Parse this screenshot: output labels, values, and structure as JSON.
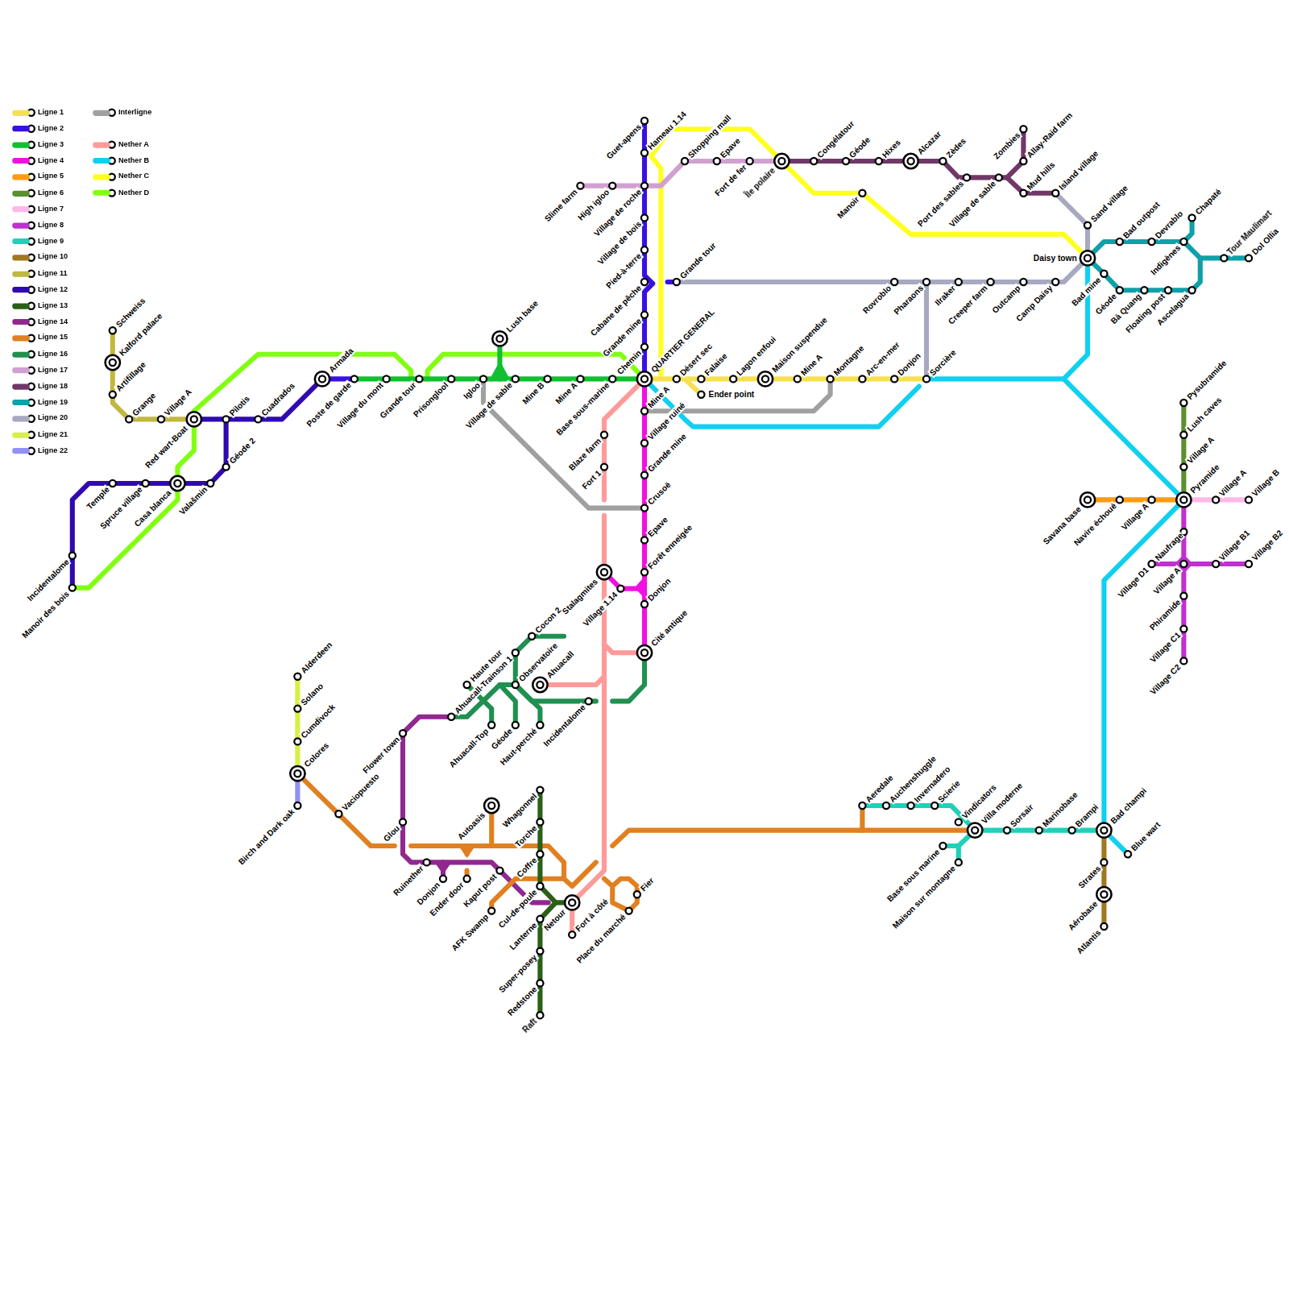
{
  "diagram": {
    "labels": [
      "Guet-apens",
      "Hameau 1.14",
      "Village de roche",
      "Village de bois",
      "Pied-à-terre",
      "Cabane de pêche",
      "Grande mine",
      "Chemin",
      "QUARTIER GENERAL",
      "Grande tour",
      "Slime farm",
      "High igloo",
      "Shopping mall",
      "Epave",
      "Fort de fer",
      "Île polaire",
      "Congélatour",
      "Géode",
      "Hixes",
      "Alcazar",
      "Zèdes",
      "Port des sables",
      "Village de sable",
      "Zombies",
      "Allay-Raid farm",
      "Mud hills",
      "Island village",
      "Manoir",
      "Sand village",
      "Daisy town",
      "Bad outpost",
      "Devrablo",
      "Chapaté",
      "Indigènes",
      "Tour Maulimart",
      "Dol Ollia",
      "Bad mine",
      "Géode",
      "Bà Quang",
      "Floating post",
      "Ascelagua",
      "Rovroblo",
      "Pharaons",
      "Ilraker",
      "Creeper farm",
      "Outcamp",
      "Camp Daisy",
      "Désert sec",
      "Falaise",
      "Ender point",
      "Lagon enfoui",
      "Maison suspendue",
      "Mine A",
      "Montagne",
      "Arc-en-mer",
      "Donjon",
      "Sorcière",
      "Schweiss",
      "Kalford palace",
      "Artifillage",
      "Grange",
      "Village A",
      "Red wart-Boat",
      "Pilotis",
      "Cuadrados",
      "Armada",
      "Géode 2",
      "Valašmin",
      "Casa blanca",
      "Spruce village",
      "Temple",
      "Incidentalome",
      "Manoir des bois",
      "Poste de garde",
      "Village du mont",
      "Grande tour",
      "Prisonglool",
      "Igloo",
      "Village de sable",
      "Mine B",
      "Mine A",
      "Base sous-marine",
      "Lush base",
      "Mine A",
      "Village ruiné",
      "Grande mine",
      "Crusoë",
      "Epave",
      "Forêt enneigée",
      "Donjon",
      "Cité antique",
      "Village 1.14",
      "Stalagmites",
      "Blaze farm",
      "Fort 1",
      "Cocon 2",
      "Cocon 1",
      "Observatoire",
      "Ahuacall",
      "Haute tour",
      "Ahuacall-Trains",
      "Ahuacall-Top",
      "Géode",
      "Haut-perché",
      "Incidentalome",
      "Flower town",
      "Glou",
      "Ruinether",
      "Donjon",
      "Ender door",
      "Kaput post",
      "AFK Swamp",
      "Autoasis",
      "Whagonnel",
      "Torche",
      "Coffre",
      "Cul-de-poule",
      "Netour",
      "Lanterne",
      "Super-posey",
      "Redstone",
      "Raft",
      "Fort à côté",
      "Place du marché",
      "Fier",
      "Alderdeen",
      "Solano",
      "Cumdivock",
      "Colores",
      "Birch and Dark oak",
      "Vaciopuesto",
      "Aeredale",
      "Auchenshuggle",
      "Invernadero",
      "Scierie",
      "Vindicators",
      "Villa moderne",
      "Base sous marine",
      "Maison sur montagne",
      "Sorsair",
      "Marinobase",
      "Brampi",
      "Bad champi",
      "Blue wart",
      "Strates",
      "Aérobase",
      "Atlantis",
      "Savana base",
      "Navire échoué",
      "Village A",
      "Pyramide",
      "Village A",
      "Village B",
      "Village A",
      "Lush caves",
      "Pysubramide",
      "Naufrage",
      "Village D1",
      "Village A",
      "Village B1",
      "Village B2",
      "Phiramide",
      "Village C1",
      "Village C2"
    ],
    "legend": [
      {
        "text": "Ligne 1",
        "color": "#f5e050"
      },
      {
        "text": "Ligne 2",
        "color": "#3a10e0"
      },
      {
        "text": "Ligne 3",
        "color": "#10c030"
      },
      {
        "text": "Ligne 4",
        "color": "#f010e0"
      },
      {
        "text": "Ligne 5",
        "color": "#ff9a10"
      },
      {
        "text": "Ligne 6",
        "color": "#5a9030"
      },
      {
        "text": "Ligne 7",
        "color": "#ffb8e8"
      },
      {
        "text": "Ligne 8",
        "color": "#c030d0"
      },
      {
        "text": "Ligne 9",
        "color": "#20d0b8"
      },
      {
        "text": "Ligne 10",
        "color": "#a07820"
      },
      {
        "text": "Ligne 11",
        "color": "#c0b840"
      },
      {
        "text": "Ligne 12",
        "color": "#300ab0"
      },
      {
        "text": "Ligne 13",
        "color": "#2a6018"
      },
      {
        "text": "Ligne 14",
        "color": "#902890"
      },
      {
        "text": "Ligne 15",
        "color": "#e08020"
      },
      {
        "text": "Ligne 16",
        "color": "#209050"
      },
      {
        "text": "Ligne 17",
        "color": "#d0a0d0"
      },
      {
        "text": "Ligne 18",
        "color": "#703868"
      },
      {
        "text": "Ligne 19",
        "color": "#10a0a8"
      },
      {
        "text": "Ligne 20",
        "color": "#a8a8c0"
      },
      {
        "text": "Ligne 21",
        "color": "#d8f040"
      },
      {
        "text": "Ligne 22",
        "color": "#9090f8"
      },
      {
        "text": "Interligne",
        "color": "#a0a0a0"
      },
      {
        "text": "Nether A",
        "color": "#ff9a9a"
      },
      {
        "text": "Nether B",
        "color": "#10d0f0"
      },
      {
        "text": "Nether C",
        "color": "#ffff20"
      },
      {
        "text": "Nether D",
        "color": "#80ff10"
      }
    ]
  }
}
